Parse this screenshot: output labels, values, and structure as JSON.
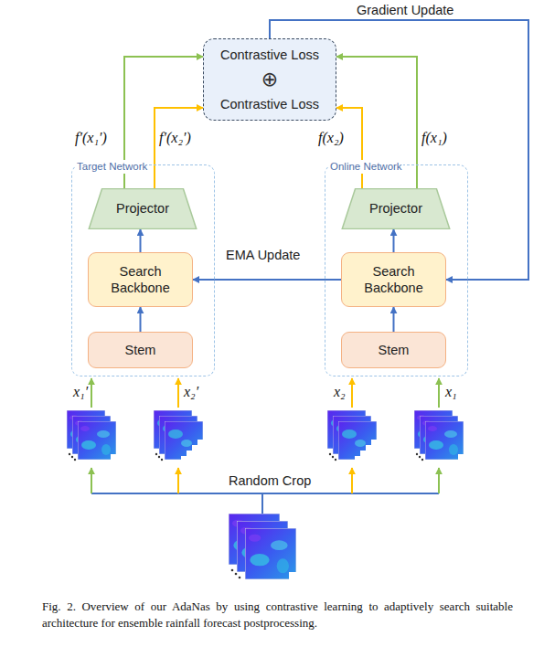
{
  "diagram": {
    "caption": "Fig. 2. Overview of our AdaNas by using contrastive learning to adaptively search suitable architecture for ensemble rainfall forecast postprocessing.",
    "nodes": [
      {
        "text": [
          "Contrastive Loss",
          "⊕",
          "Contrastive Loss"
        ]
      },
      {
        "text": [
          "Target Network"
        ]
      },
      {
        "text": [
          "Projector"
        ],
        "in": 1
      },
      {
        "text": [
          "Search Backbone"
        ],
        "in": 1
      },
      {
        "text": [
          "Stem"
        ],
        "in": 1
      },
      {
        "text": [
          "Online Network"
        ]
      },
      {
        "text": [
          "Projector"
        ],
        "in": 5
      },
      {
        "text": [
          "Search Backbone"
        ],
        "in": 5
      },
      {
        "text": [
          "Stem"
        ],
        "in": 5
      }
    ],
    "edges": [
      {
        "from": 4,
        "to": 3,
        "arrow": "to"
      },
      {
        "from": 3,
        "to": 2,
        "arrow": "to"
      },
      {
        "from": 8,
        "to": 7,
        "arrow": "to"
      },
      {
        "from": 7,
        "to": 6,
        "arrow": "to"
      },
      {
        "from": 2,
        "to": 0,
        "label": "f′(x₁′)",
        "arrow": "to"
      },
      {
        "from": 2,
        "to": 0,
        "label": "f′(x₂′)",
        "arrow": "to"
      },
      {
        "from": 6,
        "to": 0,
        "label": "f(x₂)",
        "arrow": "to"
      },
      {
        "from": 6,
        "to": 0,
        "label": "f(x₁)",
        "arrow": "to"
      },
      {
        "from": 0,
        "to": 7,
        "label": "Gradient Update",
        "arrow": "to"
      },
      {
        "from": 7,
        "to": 3,
        "label": "EMA Update",
        "arrow": "to"
      }
    ],
    "labels": [
      "x₁′",
      "x₂′",
      "x₂",
      "x₁",
      "Random Crop"
    ]
  }
}
